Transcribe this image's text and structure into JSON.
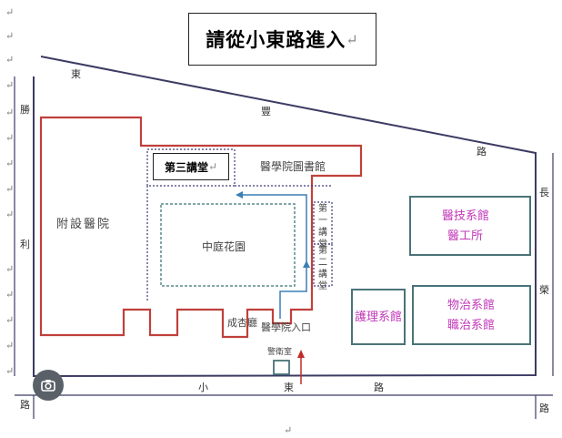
{
  "banner": {
    "text": "請從小東路進入",
    "mark": "↵"
  },
  "roads": {
    "top": [
      "東",
      "豐",
      "路"
    ],
    "left": [
      "勝",
      "利"
    ],
    "right": [
      "長",
      "榮"
    ],
    "bottom": [
      "小",
      "東",
      "路"
    ],
    "corner_left": "路",
    "corner_right": "路"
  },
  "buildings": {
    "affiliated_hospital": "附設醫院",
    "lecture_hall_3": "第三講堂",
    "medical_library": "醫學院圖書館",
    "courtyard": "中庭花園",
    "lecture_hall_1": [
      "第",
      "一",
      "講",
      "堂"
    ],
    "lecture_hall_2": [
      "第",
      "二",
      "講",
      "堂"
    ],
    "chengxing_hall": "成杏廳",
    "medical_entrance": "醫學院入口",
    "guard_room": "警衛室",
    "medtech_dept": "醫技系館",
    "med_engineering": "醫工所",
    "nursing_dept": "護理系館",
    "pt_dept": "物治系館",
    "ot_dept": "職治系館"
  },
  "margin_marks": "↵",
  "bottom_mark": "↵",
  "colors": {
    "hospital_outline": "#c0403b",
    "building_outline": "#4a7378",
    "road_line": "#3c3b63",
    "path_arrow": "#3b7fb5",
    "entrance_arrow": "#c22a2a",
    "dept_text": "#c237b8",
    "dotted": "#3c3b7a"
  },
  "icons": {
    "camera": "camera-icon"
  }
}
